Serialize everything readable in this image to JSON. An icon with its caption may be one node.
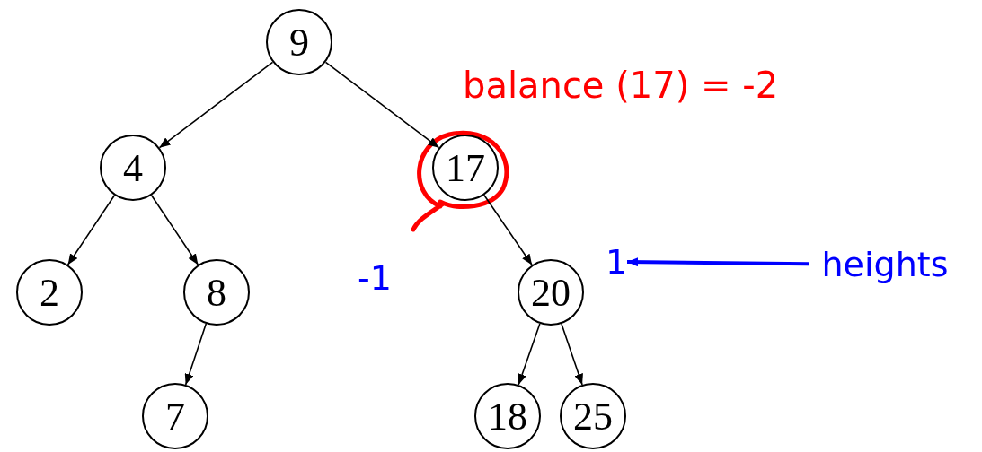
{
  "diagram": {
    "nodes": [
      {
        "text": [
          "9"
        ]
      },
      {
        "text": [
          "4"
        ]
      },
      {
        "text": [
          "17"
        ]
      },
      {
        "text": [
          "2"
        ]
      },
      {
        "text": [
          "8"
        ]
      },
      {
        "text": [
          "20"
        ]
      },
      {
        "text": [
          "7"
        ]
      },
      {
        "text": [
          "18"
        ]
      },
      {
        "text": [
          "25"
        ]
      },
      {
        "text": [
          "heights"
        ]
      },
      {
        "text": [
          "1"
        ]
      }
    ],
    "edges": [
      {
        "from": 0,
        "to": 1,
        "arrow": "to"
      },
      {
        "from": 0,
        "to": 2,
        "arrow": "to"
      },
      {
        "from": 1,
        "to": 3,
        "arrow": "to"
      },
      {
        "from": 1,
        "to": 4,
        "arrow": "to"
      },
      {
        "from": 2,
        "to": 5,
        "arrow": "to"
      },
      {
        "from": 4,
        "to": 6,
        "arrow": "to"
      },
      {
        "from": 5,
        "to": 7,
        "arrow": "to"
      },
      {
        "from": 5,
        "to": 8,
        "arrow": "to"
      },
      {
        "from": 9,
        "to": 10,
        "arrow": "to",
        "style": "thick",
        "color": "#0000ff"
      }
    ],
    "labels": [
      "balance (17) = -2",
      "-1"
    ]
  }
}
